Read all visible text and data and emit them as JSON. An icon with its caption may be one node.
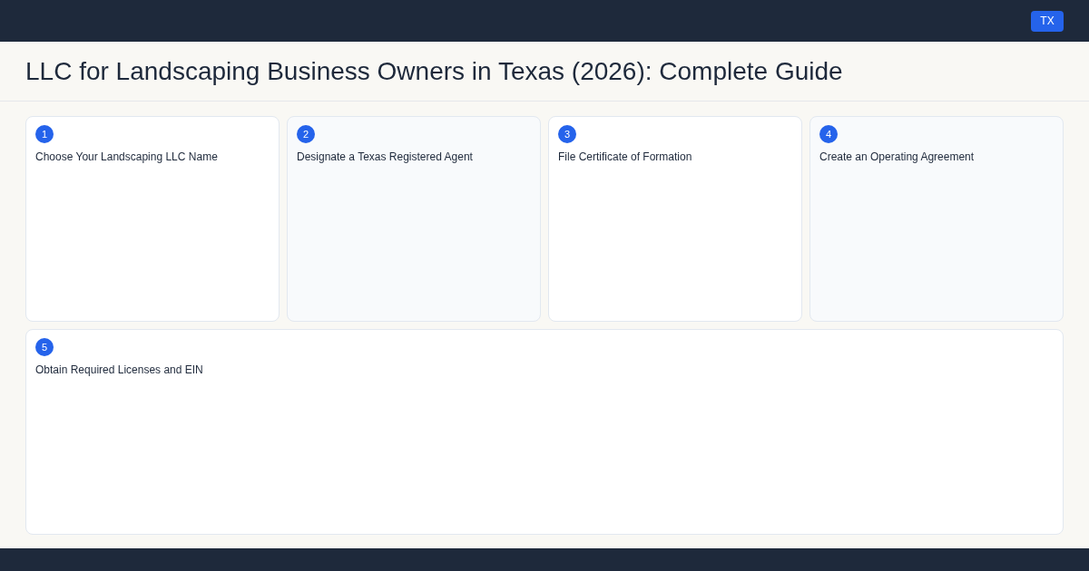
{
  "diagram": {
    "title": "LLC for Landscaping Business Owners in Texas (2026): Complete Guide",
    "nodes": [
      {
        "text": [
          "Choose Your Landscaping LLC Name"
        ]
      },
      {
        "text": [
          "1"
        ],
        "in": 0
      },
      {
        "text": [
          "Designate a Texas Registered Agent"
        ]
      },
      {
        "text": [
          "2"
        ],
        "in": 2
      },
      {
        "text": [
          "File Certificate of Formation"
        ]
      },
      {
        "text": [
          "3"
        ],
        "in": 4
      },
      {
        "text": [
          "Create an Operating Agreement"
        ]
      },
      {
        "text": [
          "4"
        ],
        "in": 6
      },
      {
        "text": [
          "Obtain Required Licenses and EIN"
        ]
      },
      {
        "text": [
          "5"
        ],
        "in": 8
      }
    ],
    "edges": [],
    "labels": [
      "TX"
    ]
  }
}
